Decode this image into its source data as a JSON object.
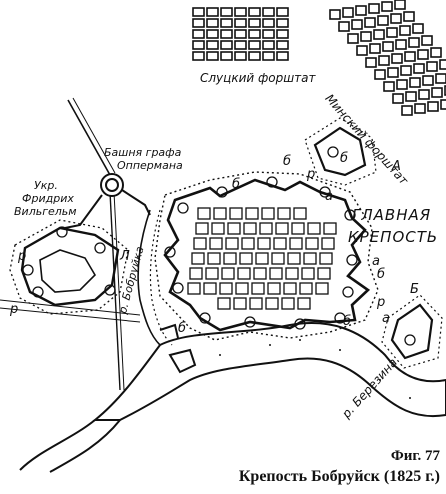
{
  "labels": {
    "slutsk_forstadt": "Слуцкий форштат",
    "minsk_forstadt": "Минский форштат",
    "tower": [
      "Башня графа",
      "Оппермана"
    ],
    "ukr": [
      "Укр.",
      "Фридрих",
      "Вильгельм"
    ],
    "main_fortress": [
      "ГЛАВНАЯ",
      "КРЕПОСТЬ"
    ],
    "bobruika": "р. Бобруйка",
    "berezina": "р. Березина",
    "letter_A": "А",
    "letter_B": "Б",
    "letter_L": "Л",
    "marks_b": "б",
    "marks_r": "р",
    "marks_a": "а"
  },
  "caption": {
    "figure": "Фиг. 77",
    "title": "Крепость Бобруйск (1825 г.)"
  },
  "colors": {
    "ink": "#111111",
    "paper": "#ffffff"
  }
}
